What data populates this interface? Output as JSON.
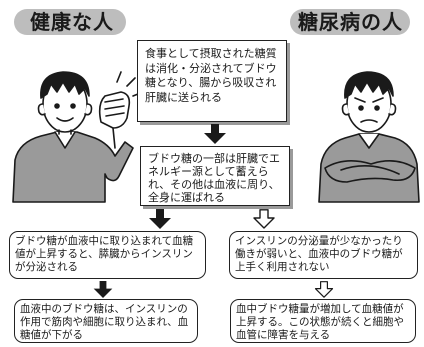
{
  "titles": {
    "healthy": "健康な人",
    "diabetic": "糖尿病の人"
  },
  "steps": {
    "top": "食事として摂取された糖質は消化・分泌されてブドウ糖となり、腸から吸収され肝臓に送られる",
    "liver": "ブドウ糖の一部は肝臓でエネルギー源として蓄えられ、その他は血液に周り、全身に運ばれる"
  },
  "healthy_path": {
    "step1": "ブドウ糖が血液中に取り込まれて血糖値が上昇すると、膵臓からインスリンが分泌される",
    "step2": "血液中のブドウ糖は、インスリンの作用で筋肉や細胞に取り込まれ、血糖値が下がる"
  },
  "diabetic_path": {
    "step1": "インスリンの分泌量が少なかったり働きが弱いと、血液中のブドウ糖が上手く利用されない",
    "step2": "血中ブドウ糖量が増加して血糖値が上昇する。この状態が続くと細胞や血管に障害を与える"
  },
  "icons": {
    "healthy_figure": "cheerful-man-fist-icon",
    "diabetic_figure": "worried-man-arms-crossed-icon",
    "solid_arrow": "solid-down-arrow-icon",
    "outline_arrow": "outline-down-arrow-icon"
  },
  "colors": {
    "title_bg": "#bdbdbd",
    "shirt": "#9a9a9a",
    "arrow": "#1a1a1a"
  }
}
